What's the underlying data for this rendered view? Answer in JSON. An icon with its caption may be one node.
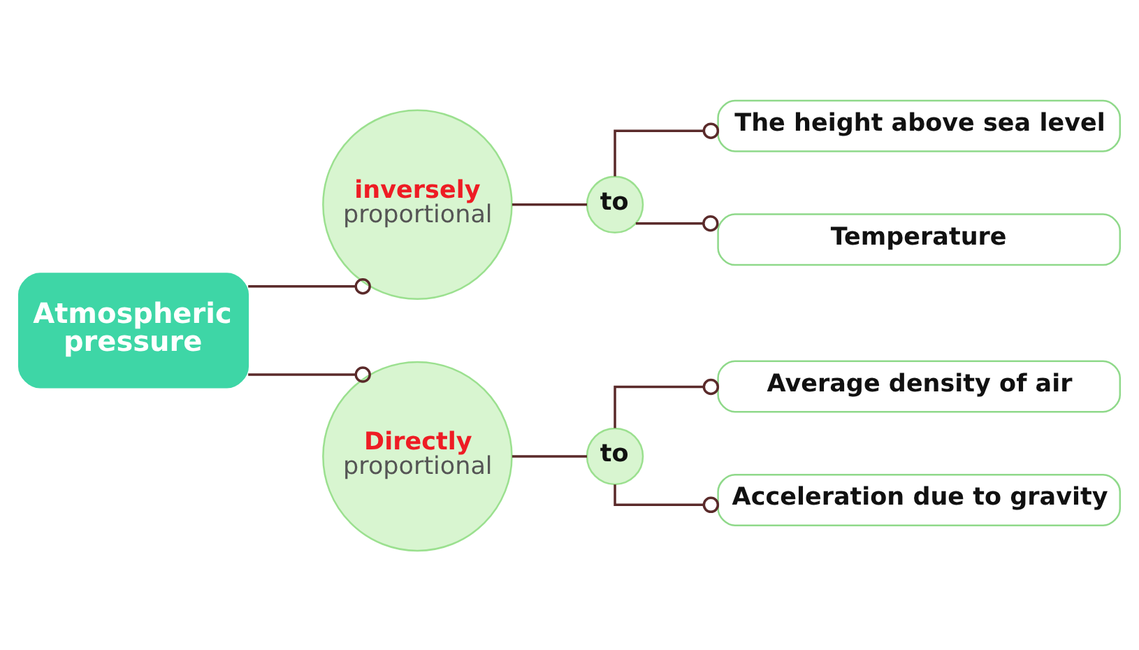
{
  "diagram": {
    "nodes": [
      {
        "text": [
          "Atmospheric pressure"
        ]
      },
      {
        "text": [
          "inversely",
          "proportional"
        ]
      },
      {
        "text": [
          "to"
        ]
      },
      {
        "text": [
          "The height above sea level"
        ]
      },
      {
        "text": [
          "Temperature"
        ]
      },
      {
        "text": [
          "Directly",
          "proportional"
        ]
      },
      {
        "text": [
          "to"
        ]
      },
      {
        "text": [
          "Average density of air"
        ]
      },
      {
        "text": [
          "Acceleration due to gravity"
        ]
      }
    ],
    "edges": [
      {
        "from": 0,
        "to": 1,
        "arrow": "other"
      },
      {
        "from": 1,
        "to": 2,
        "arrow": "none"
      },
      {
        "from": 2,
        "to": 3,
        "arrow": "other"
      },
      {
        "from": 2,
        "to": 4,
        "arrow": "other"
      },
      {
        "from": 0,
        "to": 5,
        "arrow": "other"
      },
      {
        "from": 5,
        "to": 6,
        "arrow": "none"
      },
      {
        "from": 6,
        "to": 7,
        "arrow": "other"
      },
      {
        "from": 6,
        "to": 8,
        "arrow": "other"
      }
    ]
  }
}
